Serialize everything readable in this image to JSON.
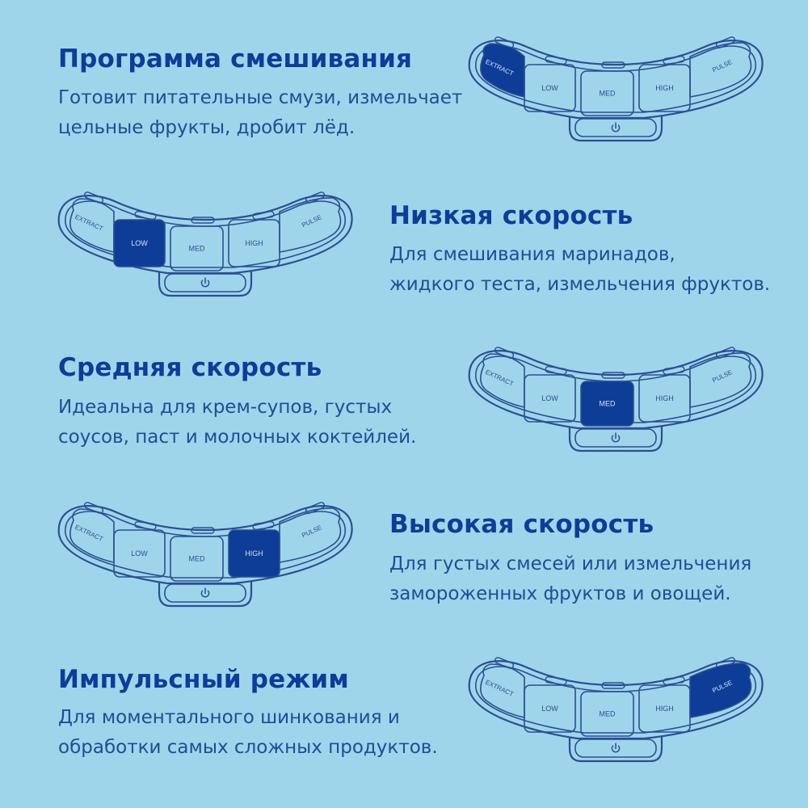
{
  "colors": {
    "background": "#9fd5ea",
    "title": "#0d3d96",
    "text": "#1c4f96",
    "outline": "#2a4f94",
    "active": "#0d3d96"
  },
  "panel_labels": {
    "extract": "EXTRACT",
    "low": "LOW",
    "med": "MED",
    "high": "HIGH",
    "pulse": "PULSE",
    "power_icon": "power-icon"
  },
  "modes": [
    {
      "id": "extract",
      "title": "Программа смешивания",
      "lines": [
        "Готовит питательные смузи, измельчает",
        "цельные фрукты, дробит лёд."
      ],
      "active": "extract"
    },
    {
      "id": "low",
      "title": "Низкая скорость",
      "lines": [
        "Для смешивания маринадов,",
        "жидкого теста, измельчения фруктов."
      ],
      "active": "low"
    },
    {
      "id": "med",
      "title": "Средняя скорость",
      "lines": [
        "Идеальна для крем-супов, густых",
        "соусов, паст и молочных коктейлей."
      ],
      "active": "med"
    },
    {
      "id": "high",
      "title": "Высокая скорость",
      "lines": [
        "Для густых смесей или измельчения",
        "замороженных фруктов и овощей."
      ],
      "active": "high"
    },
    {
      "id": "pulse",
      "title": "Импульсный режим",
      "lines": [
        "Для моментального шинкования и",
        "обработки самых сложных продуктов."
      ],
      "active": "pulse"
    }
  ]
}
